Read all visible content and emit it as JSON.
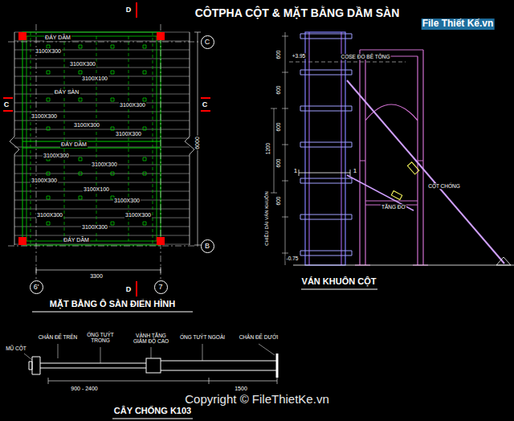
{
  "diagram": {
    "title": "CÔTPHA CỘT & MẶT BẰNG DẦM SÀN",
    "nodes": [
      {
        "text": [
          "C"
        ]
      },
      {
        "text": [
          "B"
        ]
      },
      {
        "text": [
          "6'"
        ]
      },
      {
        "text": [
          "7"
        ]
      }
    ],
    "labels": [
      "D",
      "D",
      "C",
      "C",
      "ĐÁY DẦM",
      "3100X300",
      "3100X300",
      "3100X100",
      "ĐÁY SÀN",
      "3100X300",
      "3100X300",
      "3100X300",
      "3100X300",
      "ĐÁY DẦM",
      "3100X300",
      "3100X300",
      "3100X300",
      "3100X100",
      "3100X300",
      "3100X300",
      "3100X300",
      "3100X300",
      "ĐÁY DẦM",
      "6000",
      "3300",
      "MẶT BẰNG Ô SÀN ĐIỂN HÌNH",
      "+3.95",
      "COSE ĐỔ BÊ TÔNG",
      "600",
      "600",
      "600",
      "1200",
      "600",
      "600",
      "CHIỀU DÀI VÁN KHUÔN",
      "-0.75",
      "1",
      "1",
      "CỘT CHỐNG",
      "TĂNG ĐƠ",
      "VÁN KHUÔN CỘT",
      "MŨ CỘT",
      "CHÂN ĐẾ TRÊN",
      "ỐNG TUÝT TRONG",
      "VÀNH TĂNG GIẢM ĐỘ CAO",
      "ỐNG TUÝT NGOÀI",
      "CHÂN ĐẾ DƯỚI",
      "900 - 2400",
      "1500",
      "CÂY CHỐNG K103",
      "File Thiết Kế.vn",
      "Copyright © FileThietKe.vn"
    ]
  }
}
